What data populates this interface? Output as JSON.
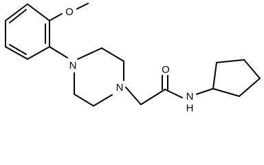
{
  "molecule": {
    "atoms": {
      "methoxy_oxygen": "O",
      "piperazine_n_aryl": "N",
      "piperazine_n_alkyl": "N",
      "carbonyl_oxygen": "O",
      "amide_nitrogen": "N",
      "amide_hydrogen": "H"
    }
  }
}
